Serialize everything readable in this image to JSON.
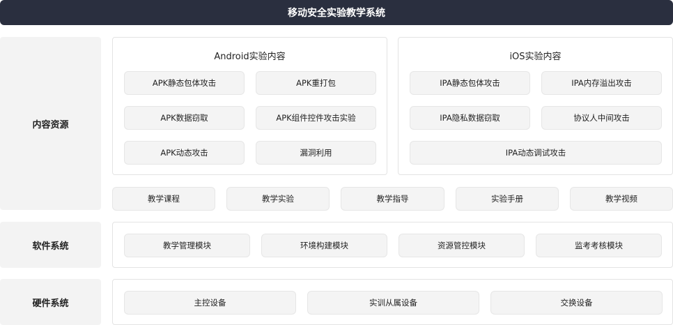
{
  "title": "移动安全实验教学系统",
  "content_resources": {
    "label": "内容资源",
    "android": {
      "title": "Android实验内容",
      "items": [
        "APK静态包体攻击",
        "APK重打包",
        "APK数据窃取",
        "APK组件控件攻击实验",
        "APK动态攻击",
        "漏洞利用"
      ]
    },
    "ios": {
      "title": "iOS实验内容",
      "items": [
        "IPA静态包体攻击",
        "IPA内存溢出攻击",
        "IPA隐私数据窃取",
        "协议人中间攻击",
        "IPA动态调试攻击"
      ]
    },
    "teaching": [
      "教学课程",
      "教学实验",
      "教学指导",
      "实验手册",
      "教学视频"
    ]
  },
  "software": {
    "label": "软件系统",
    "items": [
      "教学管理模块",
      "环境构建模块",
      "资源管控模块",
      "监考考核模块"
    ]
  },
  "hardware": {
    "label": "硬件系统",
    "items": [
      "主控设备",
      "实训从属设备",
      "交换设备"
    ]
  }
}
